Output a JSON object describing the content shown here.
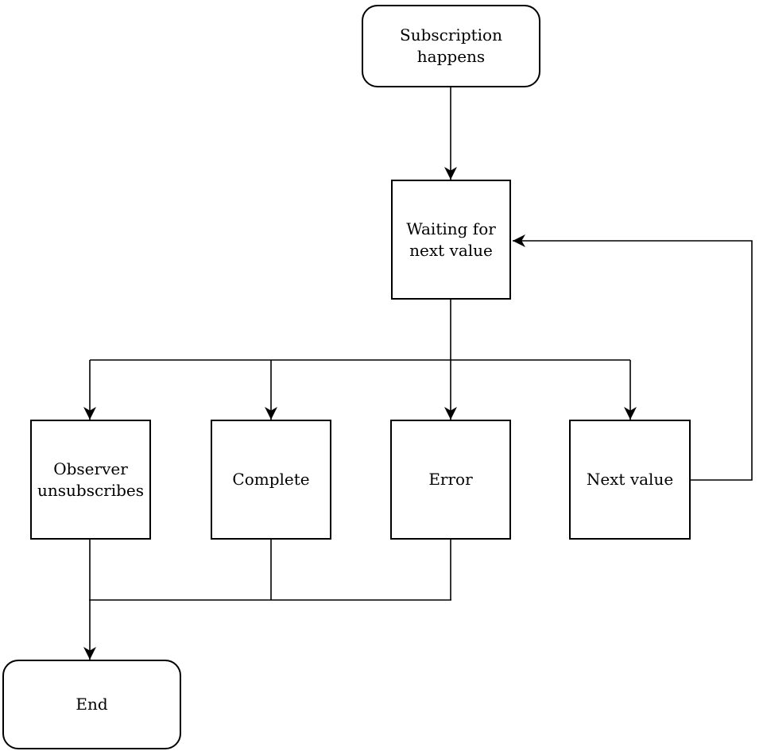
{
  "diagram": {
    "background": "#ffffff",
    "stroke_color": "#000000",
    "text_color": "#000000",
    "nodes": [
      {
        "id": "subscription-happens",
        "label": "Subscription happens",
        "shape": "rounded"
      },
      {
        "id": "waiting-for-next-value",
        "label": "Waiting for next value",
        "shape": "rectangle"
      },
      {
        "id": "observer-unsubscribes",
        "label": "Observer unsubscribes",
        "shape": "rectangle"
      },
      {
        "id": "complete",
        "label": "Complete",
        "shape": "rectangle"
      },
      {
        "id": "error",
        "label": "Error",
        "shape": "rectangle"
      },
      {
        "id": "next-value",
        "label": "Next value",
        "shape": "rectangle"
      },
      {
        "id": "end",
        "label": "End",
        "shape": "rounded"
      }
    ],
    "edges": [
      {
        "from": "subscription-happens",
        "to": "waiting-for-next-value"
      },
      {
        "from": "waiting-for-next-value",
        "to": "observer-unsubscribes"
      },
      {
        "from": "waiting-for-next-value",
        "to": "complete"
      },
      {
        "from": "waiting-for-next-value",
        "to": "error"
      },
      {
        "from": "waiting-for-next-value",
        "to": "next-value"
      },
      {
        "from": "next-value",
        "to": "waiting-for-next-value"
      },
      {
        "from": "observer-unsubscribes",
        "to": "end"
      },
      {
        "from": "complete",
        "to": "end"
      },
      {
        "from": "error",
        "to": "end"
      }
    ]
  }
}
